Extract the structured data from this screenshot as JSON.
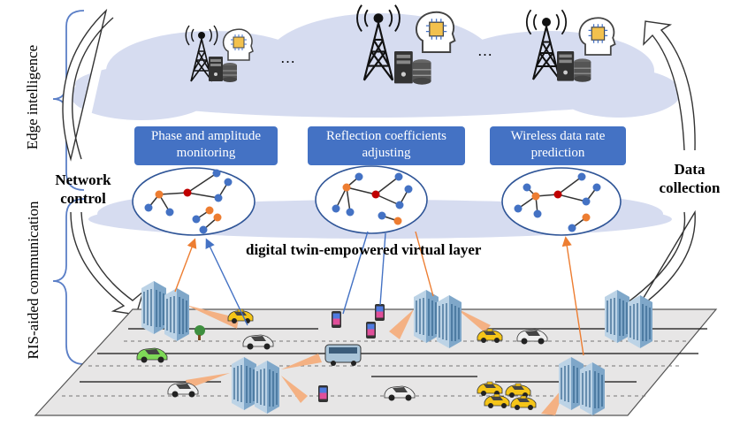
{
  "side_labels": {
    "edge": "Edge intelligence",
    "ris": "RIS-aided communication"
  },
  "boxes": [
    {
      "line1": "Phase and amplitude",
      "line2": "monitoring"
    },
    {
      "line1": "Reflection coefficients",
      "line2": "adjusting"
    },
    {
      "line1": "Wireless data rate",
      "line2": "prediction"
    }
  ],
  "network_control": {
    "line1": "Network",
    "line2": "control"
  },
  "data_collection": {
    "line1": "Data",
    "line2": "collection"
  },
  "virtual_layer": "digital twin-empowered virtual layer",
  "ellipsis": "…",
  "colors": {
    "box_fill": "#4472c4",
    "cloud": "#d6dcf0",
    "node_blue": "#4472c4",
    "node_orange": "#ed7d31",
    "node_red": "#c00000",
    "beam": "#f4b183",
    "road": "#e7e6e6"
  }
}
